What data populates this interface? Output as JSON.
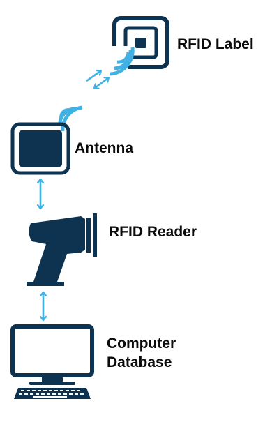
{
  "labels": {
    "rfid_label": "RFID Label",
    "antenna": "Antenna",
    "rfid_reader": "RFID Reader",
    "computer_database": [
      "Computer",
      "Database"
    ]
  },
  "colors": {
    "device": "#0d3350",
    "signal": "#3fb1e3",
    "text": "#0b0b0b"
  },
  "icons": {
    "rfid_label": "rfid-tag-icon",
    "antenna": "antenna-icon",
    "reader": "barcode-scanner-icon",
    "computer": "desktop-computer-icon",
    "signal": "wireless-signal-icon",
    "link": "double-arrow-icon"
  }
}
